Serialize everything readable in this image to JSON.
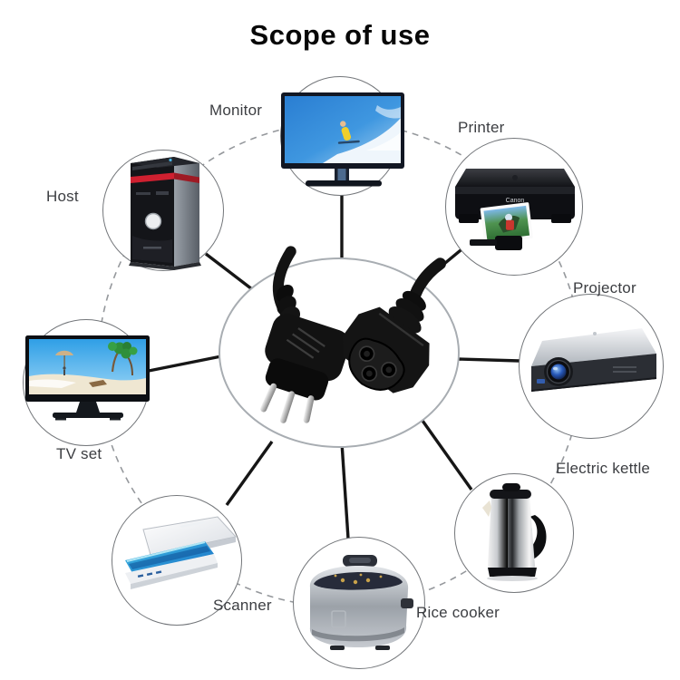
{
  "title": "Scope of use",
  "devices": [
    {
      "id": "monitor",
      "label": "Monitor"
    },
    {
      "id": "printer",
      "label": "Printer",
      "brand_text": "Canon"
    },
    {
      "id": "projector",
      "label": "Projector"
    },
    {
      "id": "electric-kettle",
      "label": "Electric kettle"
    },
    {
      "id": "rice-cooker",
      "label": "Rice cooker"
    },
    {
      "id": "scanner",
      "label": "Scanner"
    },
    {
      "id": "tv-set",
      "label": "TV set"
    },
    {
      "id": "host",
      "label": "Host"
    }
  ],
  "center_item": {
    "icon": "power-cord-image"
  },
  "colors": {
    "background": "#ffffff",
    "title": "#070707",
    "label": "#3c3e42",
    "connector_line": "#161616",
    "dashed_circle": "#95989c",
    "device_circle_border": "#73767a",
    "host_stripe_red": "#cf2030"
  }
}
